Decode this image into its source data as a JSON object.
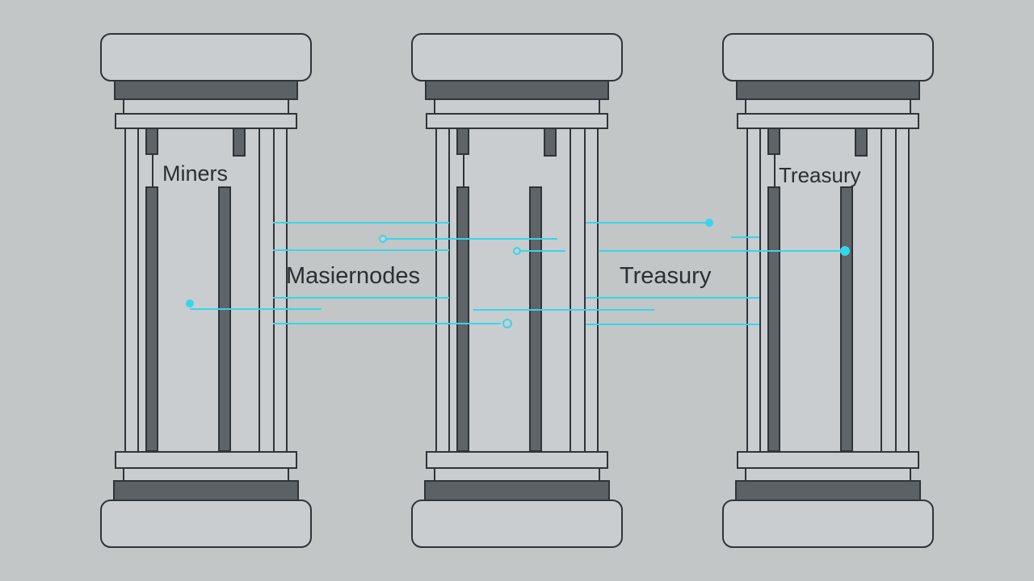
{
  "labels": {
    "miners": "Miners",
    "masternodes": "Masiernodes",
    "treasury_middle": "Treasury",
    "treasury_right": "Treasury"
  },
  "colors": {
    "background": "#c2c6c7",
    "pillar_fill": "#c9cdcf",
    "outline": "#2f3439",
    "dark_band": "#5b6165",
    "inner_bar": "#5e6468",
    "connector": "#36d6ea"
  },
  "pillars": [
    "miners-pillar",
    "masternodes-pillar",
    "treasury-pillar"
  ]
}
